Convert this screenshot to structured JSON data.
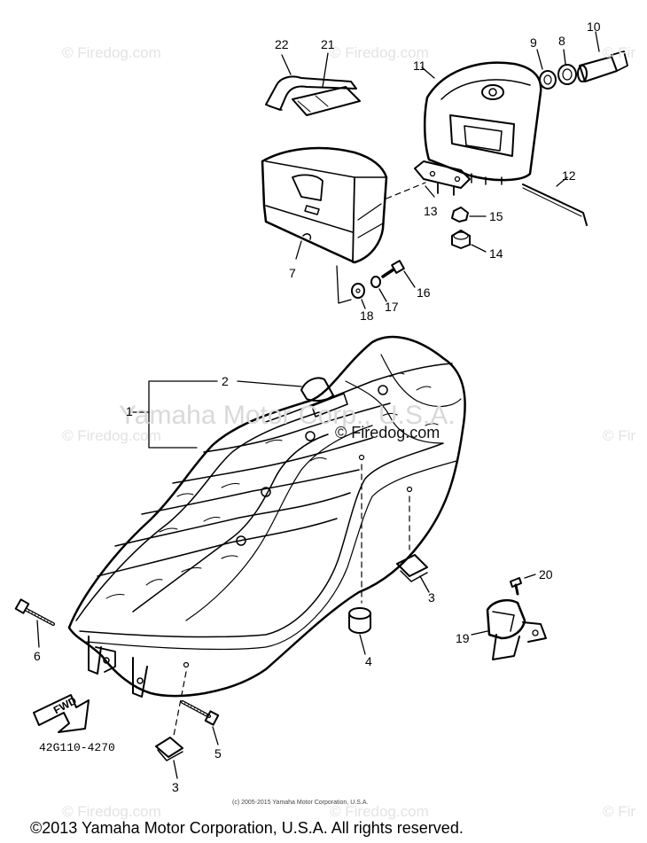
{
  "watermarks": {
    "site": "© Firedog.com",
    "site_partial_left": "© Fir",
    "center": "© Firedog.com",
    "brand": "Yamaha Motor Corp., U.S.A."
  },
  "callouts": {
    "c1": "1",
    "c2": "2",
    "c3a": "3",
    "c3b": "3",
    "c4": "4",
    "c5": "5",
    "c6": "6",
    "c7": "7",
    "c8": "8",
    "c9": "9",
    "c10": "10",
    "c11": "11",
    "c12": "12",
    "c13": "13",
    "c14": "14",
    "c15": "15",
    "c16": "16",
    "c17": "17",
    "c18": "18",
    "c19": "19",
    "c20": "20",
    "c21": "21",
    "c22": "22"
  },
  "fwd_label": "FWD",
  "part_number": "42G110-4270",
  "small_copyright": "(c) 2005-2015 Yamaha Motor Corporation, U.S.A.",
  "copyright": "©2013 Yamaha Motor Corporation, U.S.A. All rights reserved.",
  "colors": {
    "line": "#000000",
    "watermark": "#e3e3e3"
  }
}
